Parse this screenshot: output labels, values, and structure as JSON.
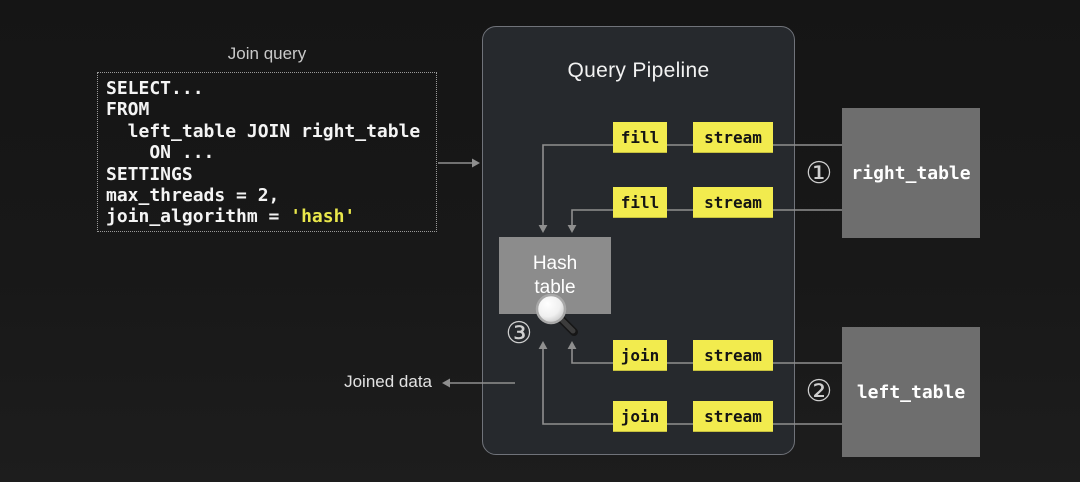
{
  "query": {
    "caption": "Join query",
    "sql_lines": [
      "SELECT...",
      "FROM",
      "  left_table JOIN right_table",
      "    ON ...",
      "SETTINGS",
      "max_threads = 2,"
    ],
    "sql_last": {
      "prefix": "join_algorithm = ",
      "value": "'hash'"
    }
  },
  "pipeline": {
    "title": "Query Pipeline",
    "build_rows": [
      {
        "op": "fill",
        "stream": "stream"
      },
      {
        "op": "fill",
        "stream": "stream"
      }
    ],
    "probe_rows": [
      {
        "op": "join",
        "stream": "stream"
      },
      {
        "op": "join",
        "stream": "stream"
      }
    ],
    "hash_table": {
      "line1": "Hash",
      "line2": "table",
      "badge": "③"
    }
  },
  "tables": {
    "right_table": {
      "label": "right_table",
      "badge": "①"
    },
    "left_table": {
      "label": "left_table",
      "badge": "②"
    }
  },
  "output": {
    "label": "Joined data"
  },
  "icons": {
    "magnifier": "magnifier-icon",
    "arrows": [
      "query-to-pipeline-arrow",
      "fill-to-hash-arrows",
      "join-to-hash-arrows",
      "joined-data-arrow"
    ]
  },
  "colors": {
    "background": "#181818",
    "pipeline_fill": "#26292d",
    "pipeline_border": "#70737a",
    "node_yellow": "#f2eb4e",
    "sql_highlight_yellow": "#e9e74b",
    "table_gray": "#6e6e6e",
    "hash_table_gray": "#8c8c8c",
    "line_gray": "#8f8f8f",
    "text_light": "#f2f2f2"
  }
}
